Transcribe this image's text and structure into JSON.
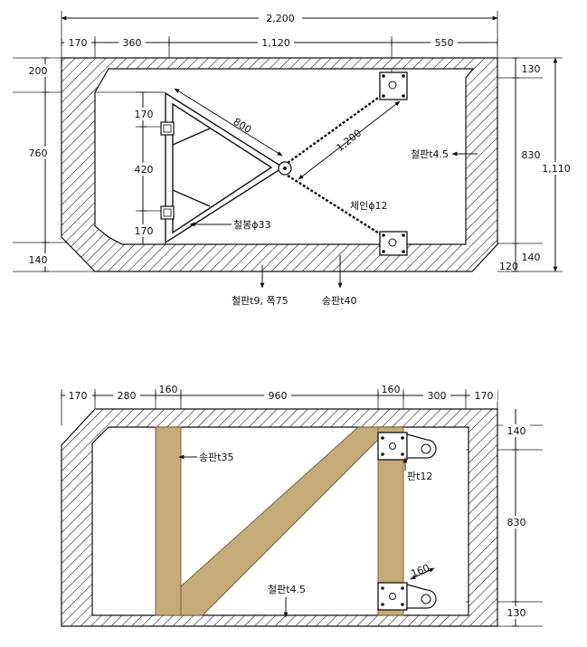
{
  "top_view": {
    "dims_top": {
      "overall": "2,200",
      "seg1": "170",
      "seg2": "360",
      "seg3": "1,120",
      "seg4": "550"
    },
    "dims_left": {
      "top": "200",
      "mid": "760",
      "bottom": "140"
    },
    "dims_frame": {
      "upper": "170",
      "middle": "420",
      "lower": "170"
    },
    "dims_right": {
      "top": "130",
      "mid": "830",
      "bottom": "140",
      "overall": "1,110",
      "corner": "120"
    },
    "diag_800": "800",
    "diag_1200": "1,200",
    "labels": {
      "plate": "철판t4.5",
      "chain": "체인ϕ12",
      "bar": "철봉ϕ33",
      "plate_bottom": "철판t9, 폭75",
      "board_bottom": "송판t40"
    }
  },
  "bottom_view": {
    "dims_top": {
      "seg1": "170",
      "seg2": "280",
      "seg3": "160",
      "seg4": "960",
      "seg5": "160",
      "seg6": "300",
      "seg7": "170"
    },
    "dims_right": {
      "top": "140",
      "mid": "830",
      "bottom": "130"
    },
    "diag_160": "160",
    "labels": {
      "board": "송판t35",
      "plate": "판t12",
      "plate_bottom": "철판t4.5"
    }
  },
  "colors": {
    "wood": "#c4ab78",
    "line": "#111111",
    "hatch": "#222222"
  }
}
